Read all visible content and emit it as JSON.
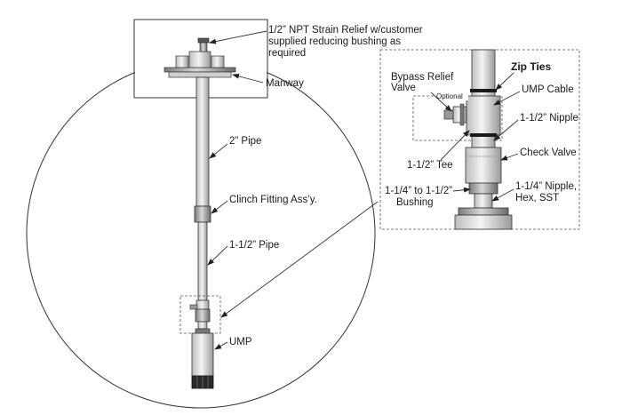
{
  "callouts": {
    "strain_relief_line1": "1/2” NPT Strain Relief w/customer",
    "strain_relief_line2": "supplied reducing bushing as",
    "strain_relief_line3": "required",
    "manway": "Manway",
    "pipe_2in": "2” Pipe",
    "clinch_fitting": "Clinch Fitting Ass’y.",
    "pipe_1_5in": "1-1/2” Pipe",
    "ump": "UMP"
  },
  "detail": {
    "zip_ties": "Zip Ties",
    "bypass_line1": "Bypass Relief",
    "bypass_line2": "Valve",
    "optional": "Optional",
    "ump_cable": "UMP Cable",
    "nipple_1_5": "1-1/2” Nipple",
    "tee_1_5": "1-1/2” Tee",
    "check_valve": "Check Valve",
    "bushing_line1": "1-1/4” to 1-1/2”",
    "bushing_line2": "Bushing",
    "nipple_hex_line1": "1-1/4” Nipple,",
    "nipple_hex_line2": "Hex, SST"
  },
  "colors": {
    "line": "#333333",
    "metal_light": "#e6e6e6",
    "metal_mid": "#b5b5b5",
    "metal_dark": "#6e6e6e"
  }
}
